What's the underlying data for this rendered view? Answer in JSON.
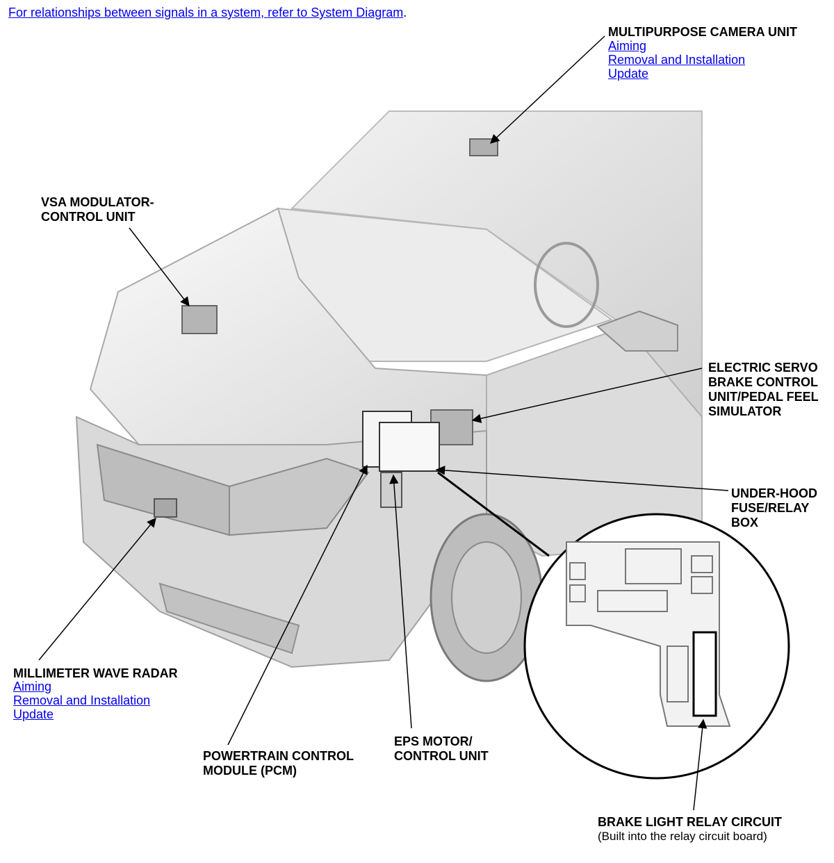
{
  "intro": {
    "text": "For relationships between signals in a system, refer to System Diagram",
    "suffix": "."
  },
  "components": {
    "camera": {
      "title": "MULTIPURPOSE CAMERA UNIT",
      "links": [
        "Aiming",
        "Removal and Installation",
        "Update"
      ]
    },
    "vsa": {
      "title_line1": "VSA MODULATOR-",
      "title_line2": "CONTROL UNIT"
    },
    "servo": {
      "line1": "ELECTRIC SERVO",
      "line2": "BRAKE CONTROL",
      "line3": "UNIT/PEDAL FEEL",
      "line4": "SIMULATOR"
    },
    "fusebox": {
      "line1": "UNDER-HOOD",
      "line2": "FUSE/RELAY",
      "line3": "BOX"
    },
    "radar": {
      "title": "MILLIMETER WAVE RADAR",
      "links": [
        "Aiming",
        "Removal and Installation",
        "Update"
      ]
    },
    "pcm": {
      "line1": "POWERTRAIN CONTROL",
      "line2": "MODULE (PCM)"
    },
    "eps": {
      "line1": "EPS MOTOR/",
      "line2": "CONTROL UNIT"
    },
    "relay": {
      "title": "BRAKE LIGHT RELAY CIRCUIT",
      "subtitle": "(Built into the relay circuit board)"
    }
  },
  "colors": {
    "link": "#0000ee",
    "car_body": "#e4e4e4",
    "outline": "#000000"
  }
}
